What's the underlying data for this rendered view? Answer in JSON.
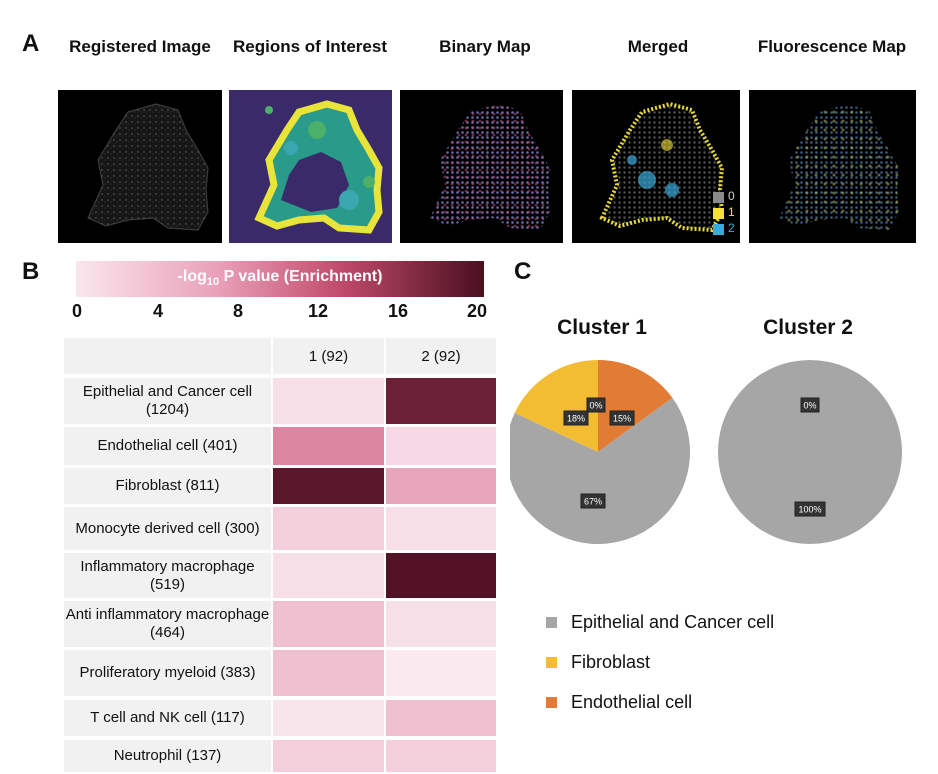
{
  "panels": {
    "a": "A",
    "b": "B",
    "c": "C"
  },
  "images": [
    {
      "title": "Registered Image"
    },
    {
      "title": "Regions of Interest"
    },
    {
      "title": "Binary Map"
    },
    {
      "title": "Merged"
    },
    {
      "title": "Fluorescence Map"
    }
  ],
  "merged_legend": [
    {
      "label": "0",
      "color": "#8a8a8a"
    },
    {
      "label": "1",
      "color": "#f5e03a"
    },
    {
      "label": "2",
      "color": "#3aaad8"
    }
  ],
  "colorbar": {
    "title_prefix": "-log",
    "title_sub": "10",
    "title_suffix": " P value (Enrichment)",
    "ticks": [
      "0",
      "4",
      "8",
      "12",
      "16",
      "20"
    ],
    "min": 0,
    "max": 20,
    "color_low": "#fbe6ee",
    "color_high": "#4a0f1f"
  },
  "heatmap": {
    "columns": [
      "1 (92)",
      "2 (92)"
    ],
    "rows": [
      {
        "label": "Epithelial and Cancer cell (1204)",
        "values": [
          1.5,
          18
        ]
      },
      {
        "label": "Endothelial cell (401)",
        "values": [
          9,
          2
        ]
      },
      {
        "label": "Fibroblast (811)",
        "values": [
          19,
          7
        ]
      },
      {
        "label": "Monocyte derived cell (300)",
        "values": [
          3,
          1.5
        ]
      },
      {
        "label": "Inflammatory macrophage (519)",
        "values": [
          1.5,
          19.5
        ]
      },
      {
        "label": "Anti inflammatory macrophage (464)",
        "values": [
          4.5,
          1.5
        ]
      },
      {
        "label": "Proliferatory myeloid (383)",
        "values": [
          4.5,
          0.5
        ]
      },
      {
        "label": "T cell and NK cell (117)",
        "values": [
          1,
          4.5
        ]
      },
      {
        "label": "Neutrophil (137)",
        "values": [
          3,
          3
        ]
      }
    ]
  },
  "chart_data": [
    {
      "type": "pie",
      "title": "Cluster 1",
      "slices": [
        {
          "label": "Epithelial and Cancer cell",
          "value": 67,
          "text": "67%",
          "color": "#a6a6a6"
        },
        {
          "label": "Fibroblast",
          "value": 18,
          "text": "18%",
          "color": "#f2bd32"
        },
        {
          "label": "Endothelial cell",
          "value": 15,
          "text": "15%",
          "color": "#e27b33"
        }
      ],
      "extra_labels": [
        "0%"
      ]
    },
    {
      "type": "pie",
      "title": "Cluster 2",
      "slices": [
        {
          "label": "Epithelial and Cancer cell",
          "value": 100,
          "text": "100%",
          "color": "#a6a6a6"
        }
      ],
      "extra_labels": [
        "0%"
      ]
    }
  ],
  "pie_legend": [
    {
      "label": "Epithelial and Cancer cell",
      "color": "#a6a6a6"
    },
    {
      "label": "Fibroblast",
      "color": "#f2bd32"
    },
    {
      "label": "Endothelial cell",
      "color": "#e27b33"
    }
  ]
}
